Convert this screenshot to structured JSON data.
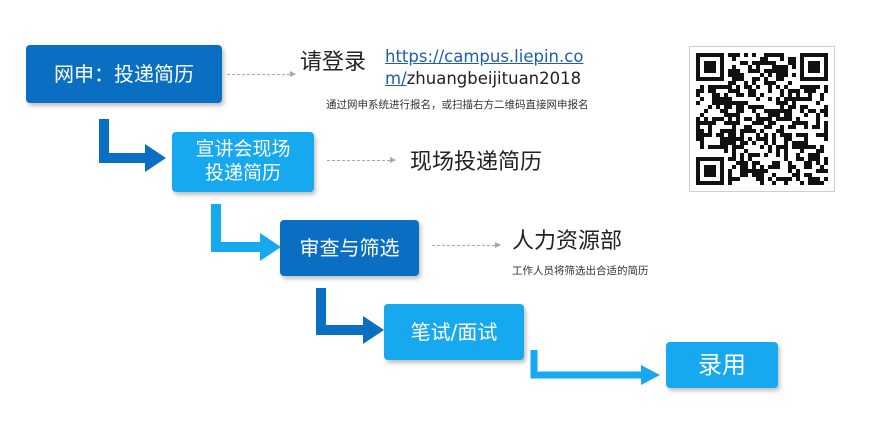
{
  "steps": {
    "s1": "网申：投递简历",
    "s2_line1": "宣讲会现场",
    "s2_line2": "投递简历",
    "s3": "审查与筛选",
    "s4": "笔试/面试",
    "s5": "录用"
  },
  "notes": {
    "login_title": "请登录",
    "url_line1": "https://campus.liepin.co",
    "url_line2_link": "m/",
    "url_line2_rest": "zhuangbeijituan2018",
    "login_desc": "通过网申系统进行报名，或扫描右方二维码直接网申报名",
    "onsite": "现场投递简历",
    "hr_title": "人力资源部",
    "hr_desc": "工作人员将筛选出合适的简历"
  },
  "qr_code": {
    "icon": "qr-code-icon"
  },
  "colors": {
    "dark_blue": "#0a6fc2",
    "light_blue": "#16a9ef",
    "dash": "#a8a8a8"
  }
}
